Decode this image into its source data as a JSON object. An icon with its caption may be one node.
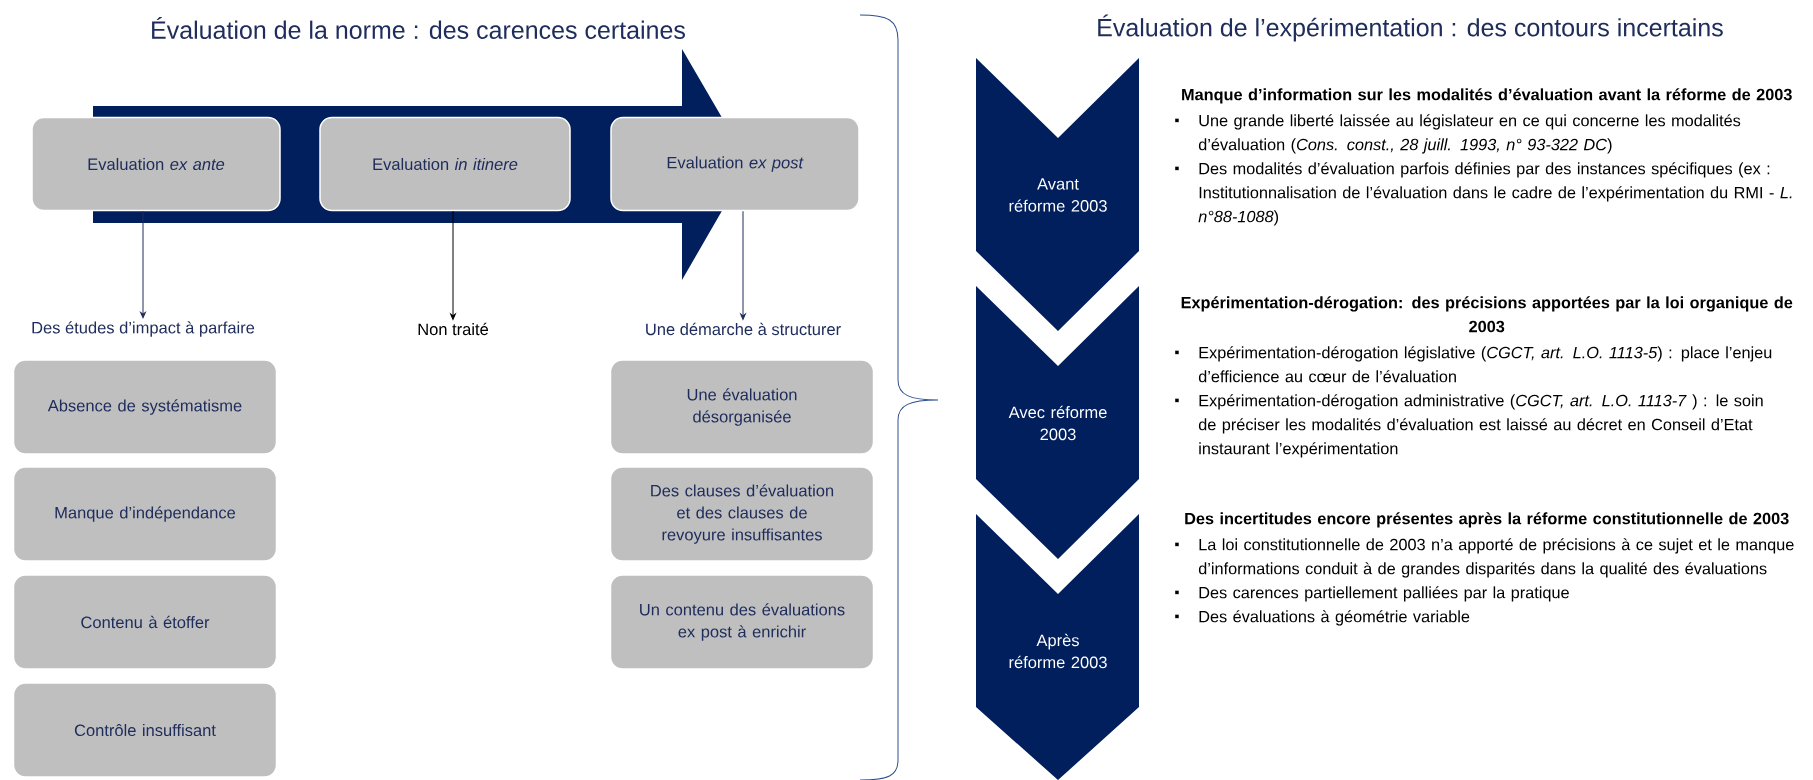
{
  "diagram": {
    "nodes": [
      {
        "text": [
          "Evaluation *ex ante*"
        ]
      },
      {
        "text": [
          "Evaluation *in itinere*"
        ]
      },
      {
        "text": [
          "Evaluation *ex post*"
        ]
      },
      {
        "text": [
          "Des études d’impact à parfaire"
        ]
      },
      {
        "text": [
          "Non traité"
        ]
      },
      {
        "text": [
          "Une démarche à structurer"
        ]
      },
      {
        "text": [
          "Absence de systématisme"
        ]
      },
      {
        "text": [
          "Manque d’indépendance"
        ]
      },
      {
        "text": [
          "Contenu à étoffer"
        ]
      },
      {
        "text": [
          "Contrôle insuffisant"
        ]
      },
      {
        "text": [
          "Une évaluation désorganisée"
        ]
      },
      {
        "text": [
          "Des clauses d’évaluation et des clauses de revoyure insuffisantes"
        ]
      },
      {
        "text": [
          "Un contenu des évaluations ex post à enrichir"
        ]
      },
      {
        "text": [
          "Avant réforme 2003"
        ],
        "beside": [
          "Manque d’information sur les modalités d’évaluation avant la réforme de 2003",
          "Une grande liberté laissée au législateur en ce qui concerne les modalités d’évaluation (*Cons. const., 28 juill. 1993, n° 93-322 DC*)",
          "Des modalités d’évaluation parfois définies par des instances spécifiques (ex : Institutionnalisation de l’évaluation dans le cadre de l’expérimentation du RMI - *L. n°88-1088*)"
        ]
      },
      {
        "text": [
          "Avec réforme 2003"
        ],
        "beside": [
          "Expérimentation-dérogation: des précisions apportées par la loi organique de 2003",
          "Expérimentation-dérogation législative (*CGCT, art. L.O. 1113-5*) :  place l’enjeu d’efficience au cœur de l’évaluation",
          "Expérimentation-dérogation administrative (*CGCT, art. L.O. 1113-7* ) : le soin de préciser les modalités d’évaluation est laissé au décret en Conseil d’Etat instaurant l’expérimentation"
        ]
      },
      {
        "text": [
          "Après réforme 2003"
        ],
        "beside": [
          "Des  incertitudes encore présentes après la réforme constitutionnelle de 2003",
          "La loi constitutionnelle de 2003 n’a apporté de précisions à ce sujet et le manque d’informations conduit à de grandes disparités dans la qualité des évaluations",
          "Des carences partiellement palliées par la pratique",
          "Des évaluations à géométrie variable"
        ]
      }
    ],
    "edges": [
      {
        "from": 0,
        "to": 3,
        "arrow": "to"
      },
      {
        "from": 1,
        "to": 4,
        "arrow": "to",
        "color": "#000000"
      },
      {
        "from": 2,
        "to": 5,
        "arrow": "to"
      }
    ],
    "labels": [
      "Évaluation de la norme  : des carences certaines",
      "Évaluation de l’expérimentation : des contours incertains"
    ]
  }
}
